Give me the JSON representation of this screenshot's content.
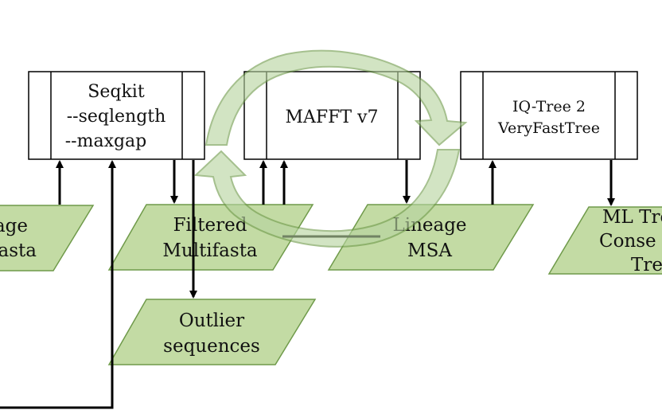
{
  "colors": {
    "data_fill": "#c3dba4",
    "data_stroke": "#6f9a4a",
    "cycle_fill": "#b7d4a0",
    "line": "#000000",
    "box_fill": "#ffffff"
  },
  "process_boxes": {
    "seqkit": {
      "lines": [
        "Seqkit",
        "--seqlength",
        "--maxgap"
      ]
    },
    "mafft": {
      "lines": [
        "MAFFT v7"
      ]
    },
    "iqtree": {
      "lines": [
        "IQ-Tree 2",
        "VeryFastTree"
      ]
    }
  },
  "data_nodes": {
    "lineage_fasta": {
      "lines": [
        "age",
        "asta"
      ]
    },
    "filtered_multifasta": {
      "lines": [
        "Filtered",
        "Multifasta"
      ]
    },
    "outlier_sequences": {
      "lines": [
        "Outlier",
        "sequences"
      ]
    },
    "lineage_msa": {
      "lines": [
        "Lineage",
        "MSA"
      ]
    },
    "ml_tree": {
      "lines": [
        "ML Tre",
        "Conse",
        "Tre"
      ]
    }
  },
  "cycle_icon": "circular-refresh-arrows-icon"
}
